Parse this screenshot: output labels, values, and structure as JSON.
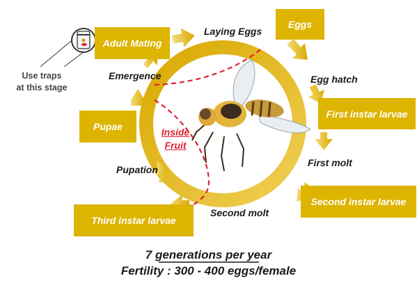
{
  "stages": {
    "adult_mating": "Adult Mating",
    "eggs": "Eggs",
    "first_instar": "First instar larvae",
    "second_instar": "Second instar larvae",
    "third_instar": "Third instar larvae",
    "pupae": "Pupae"
  },
  "transitions": {
    "laying_eggs": "Laying Eggs",
    "egg_hatch": "Egg hatch",
    "first_molt": "First molt",
    "second_molt": "Second molt",
    "pupation": "Pupation",
    "emergence": "Emergence"
  },
  "callout": {
    "line1": "Use traps",
    "line2": "at this stage"
  },
  "inside_fruit": {
    "line1": "Inside",
    "line2": "Fruit"
  },
  "footer": {
    "generations": "7 generations per year",
    "fertility": "Fertility : 300 - 400 eggs/female"
  },
  "colors": {
    "accent": "#ddb400",
    "highlight": "#e02030",
    "text": "#1a1a1a"
  }
}
